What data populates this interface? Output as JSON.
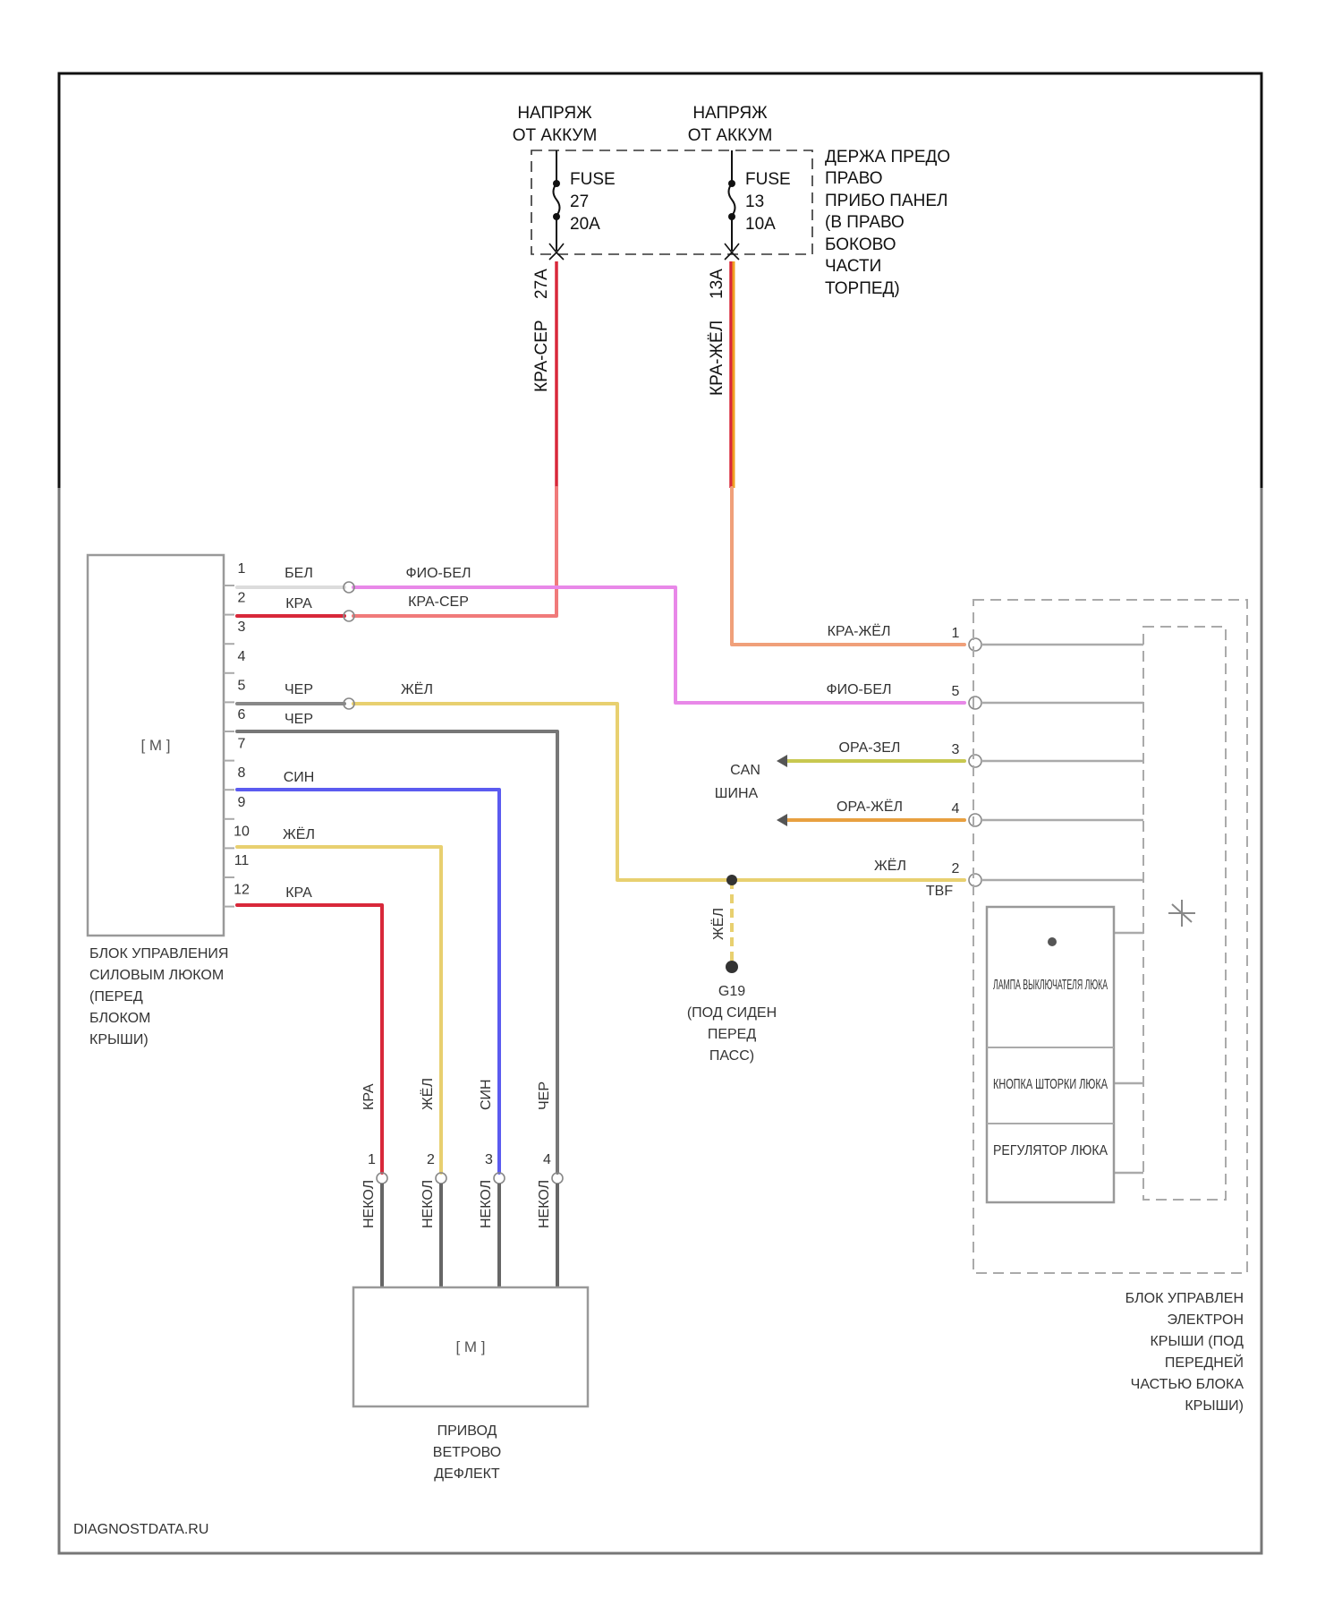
{
  "source_top": {
    "left_label_1": "НАПРЯЖ",
    "left_label_2": "ОТ АККУМ",
    "right_label_1": "НАПРЯЖ",
    "right_label_2": "ОТ АККУМ"
  },
  "fuse_holder": {
    "label_lines": [
      "ДЕРЖА ПРЕДО",
      "ПРАВО",
      "ПРИБО ПАНЕЛ",
      "(В ПРАВО",
      "БОКОВО",
      "ЧАСТИ",
      "ТОРПЕД)"
    ],
    "fuse_a": {
      "name": "FUSE",
      "number": "27",
      "rating": "20A",
      "terminal": "27A",
      "wire": "КРА-СЕР"
    },
    "fuse_b": {
      "name": "FUSE",
      "number": "13",
      "rating": "10A",
      "terminal": "13A",
      "wire": "КРА-ЖЁЛ"
    }
  },
  "sunroof_motor_module": {
    "symbol": "[ M ]",
    "label_lines": [
      "БЛОК УПРАВЛЕНИЯ",
      "СИЛОВЫМ ЛЮКОМ",
      "(ПЕРЕД",
      "БЛОКОМ",
      "КРЫШИ)"
    ],
    "pins": [
      {
        "n": "1",
        "wire": "БЕЛ"
      },
      {
        "n": "2",
        "wire": "КРА"
      },
      {
        "n": "3",
        "wire": ""
      },
      {
        "n": "4",
        "wire": ""
      },
      {
        "n": "5",
        "wire": "ЧЕР"
      },
      {
        "n": "6",
        "wire": "ЧЕР"
      },
      {
        "n": "7",
        "wire": ""
      },
      {
        "n": "8",
        "wire": "СИН"
      },
      {
        "n": "9",
        "wire": ""
      },
      {
        "n": "10",
        "wire": "ЖЁЛ"
      },
      {
        "n": "11",
        "wire": ""
      },
      {
        "n": "12",
        "wire": "КРА"
      }
    ]
  },
  "harness_wires": {
    "w1": "ФИО-БЕЛ",
    "w2": "КРА-СЕР",
    "w5": "ЖЁЛ",
    "to_pin1": "КРА-ЖЁЛ",
    "to_pin5": "ФИО-БЕЛ",
    "to_pin3": "ОРА-ЗЕЛ",
    "to_pin4": "ОРА-ЖЁЛ",
    "to_pin2": "ЖЁЛ",
    "pin2_note": "TBF"
  },
  "can_label_lines": [
    "CAN",
    "ШИНА"
  ],
  "ground": {
    "wire": "ЖЁЛ",
    "label_lines": [
      "G19",
      "(ПОД СИДЕН",
      "ПЕРЕД",
      "ПАСС)"
    ]
  },
  "deflector_motor": {
    "symbol": "[ M ]",
    "label_lines": [
      "ПРИВОД",
      "ВЕТРОВО",
      "ДЕФЛЕКТ"
    ],
    "inputs": [
      {
        "pin": "1",
        "wire": "КРА",
        "lead": "НЕКОЛ"
      },
      {
        "pin": "2",
        "wire": "ЖЁЛ",
        "lead": "НЕКОЛ"
      },
      {
        "pin": "3",
        "wire": "СИН",
        "lead": "НЕКОЛ"
      },
      {
        "pin": "4",
        "wire": "ЧЕР",
        "lead": "НЕКОЛ"
      }
    ]
  },
  "roof_control_module": {
    "pins": [
      "1",
      "5",
      "3",
      "4",
      "2"
    ],
    "inner": [
      "ЛАМПА ВЫКЛЮЧАТЕЛЯ ЛЮКА",
      "КНОПКА ШТОРКИ ЛЮКА",
      "РЕГУЛЯТОР ЛЮКА"
    ],
    "label_lines": [
      "БЛОК УПРАВЛЕН",
      "ЭЛЕКТРОН",
      "КРЫШИ (ПОД",
      "ПЕРЕДНЕЙ",
      "ЧАСТЬЮ БЛОКА",
      "КРЫШИ)"
    ]
  },
  "watermark": "DIAGNOSTDATA.RU",
  "colors": {
    "red": "#d8283a",
    "red_light": "#f07a7a",
    "red_yellow_a": "#d8283a",
    "red_yellow_b": "#f0a020",
    "orange_light": "#f0a07a",
    "violet": "#e888e8",
    "yellow": "#e8d070",
    "gray": "#777777",
    "blue": "#5b5bf0",
    "green": "#c8c850",
    "orange": "#e8a040"
  }
}
